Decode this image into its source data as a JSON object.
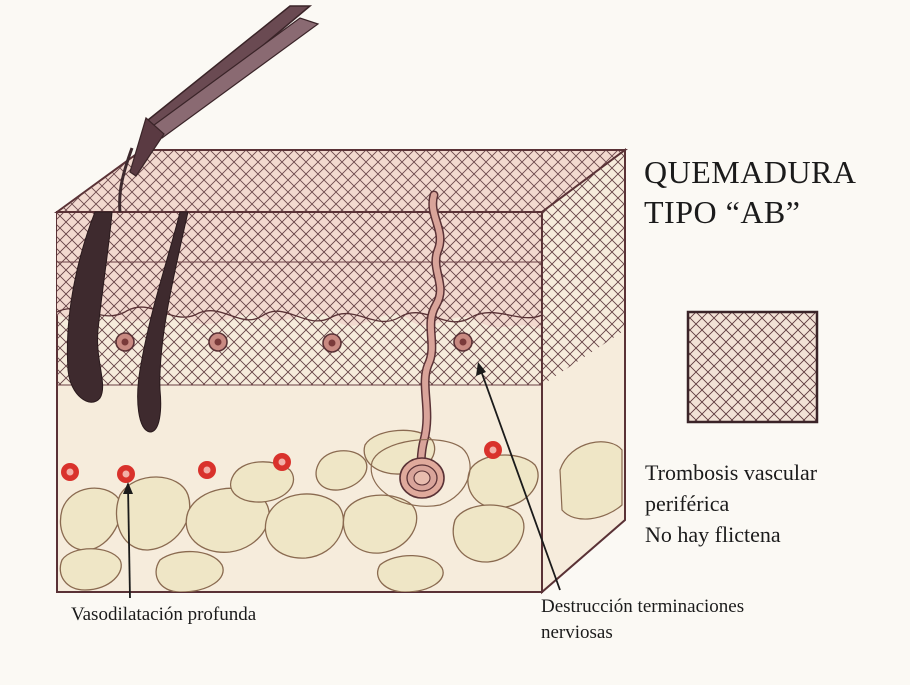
{
  "title": {
    "line1": "QUEMADURA",
    "line2": "TIPO “AB”"
  },
  "legend": {
    "line1": "Trombosis vascular",
    "line2": "periférica",
    "line3": "No hay flictena"
  },
  "callouts": {
    "deep_vasodilation": "Vasodilatación profunda",
    "nerve_destruction_line1": "Destrucción terminaciones",
    "nerve_destruction_line2": "nerviosas"
  },
  "colors": {
    "background": "#fbf9f4",
    "epidermis": "#f2d9cf",
    "dermis": "#f6ecdc",
    "hatch": "#5e3a3e",
    "outline": "#5a3236",
    "vessel": "#d9322c",
    "fat": "#efe6c6",
    "follicle": "#3e2a2e",
    "nerve": "#d9a49a"
  }
}
